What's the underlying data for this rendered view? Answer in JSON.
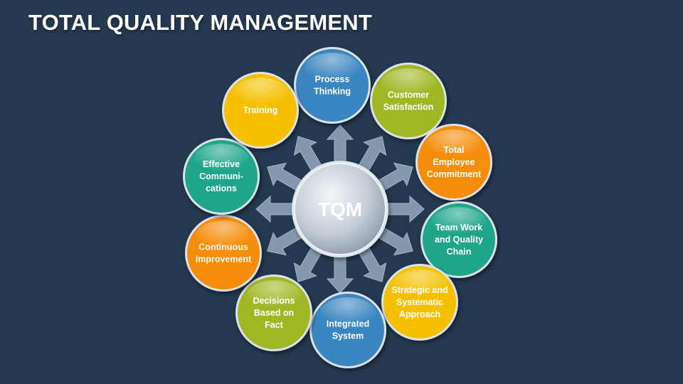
{
  "title": "TOTAL QUALITY MANAGEMENT",
  "center": {
    "label": "TQM"
  },
  "nodes": [
    {
      "lines": [
        "Process",
        "Thinking"
      ],
      "color": "#3b86c0"
    },
    {
      "lines": [
        "Customer",
        "Satisfaction"
      ],
      "color": "#9fb725"
    },
    {
      "lines": [
        "Total",
        "Employee",
        "Commitment"
      ],
      "color": "#f58c0a"
    },
    {
      "lines": [
        "Team Work",
        "and Quality",
        "Chain"
      ],
      "color": "#1ea58a"
    },
    {
      "lines": [
        "Strategic and",
        "Systematic",
        "Approach"
      ],
      "color": "#f5c000"
    },
    {
      "lines": [
        "Integrated",
        "System"
      ],
      "color": "#3b86c0"
    },
    {
      "lines": [
        "Decisions",
        "Based on",
        "Fact"
      ],
      "color": "#9fb725"
    },
    {
      "lines": [
        "Continuous",
        "Improvement"
      ],
      "color": "#f58c0a"
    },
    {
      "lines": [
        "Effective",
        "Communi-",
        "cations"
      ],
      "color": "#1ea58a"
    },
    {
      "lines": [
        "Training"
      ],
      "color": "#f5c000"
    }
  ],
  "colors": {
    "background": "#243850",
    "arrow": "#8497ad",
    "center": "#c9d2dd"
  }
}
